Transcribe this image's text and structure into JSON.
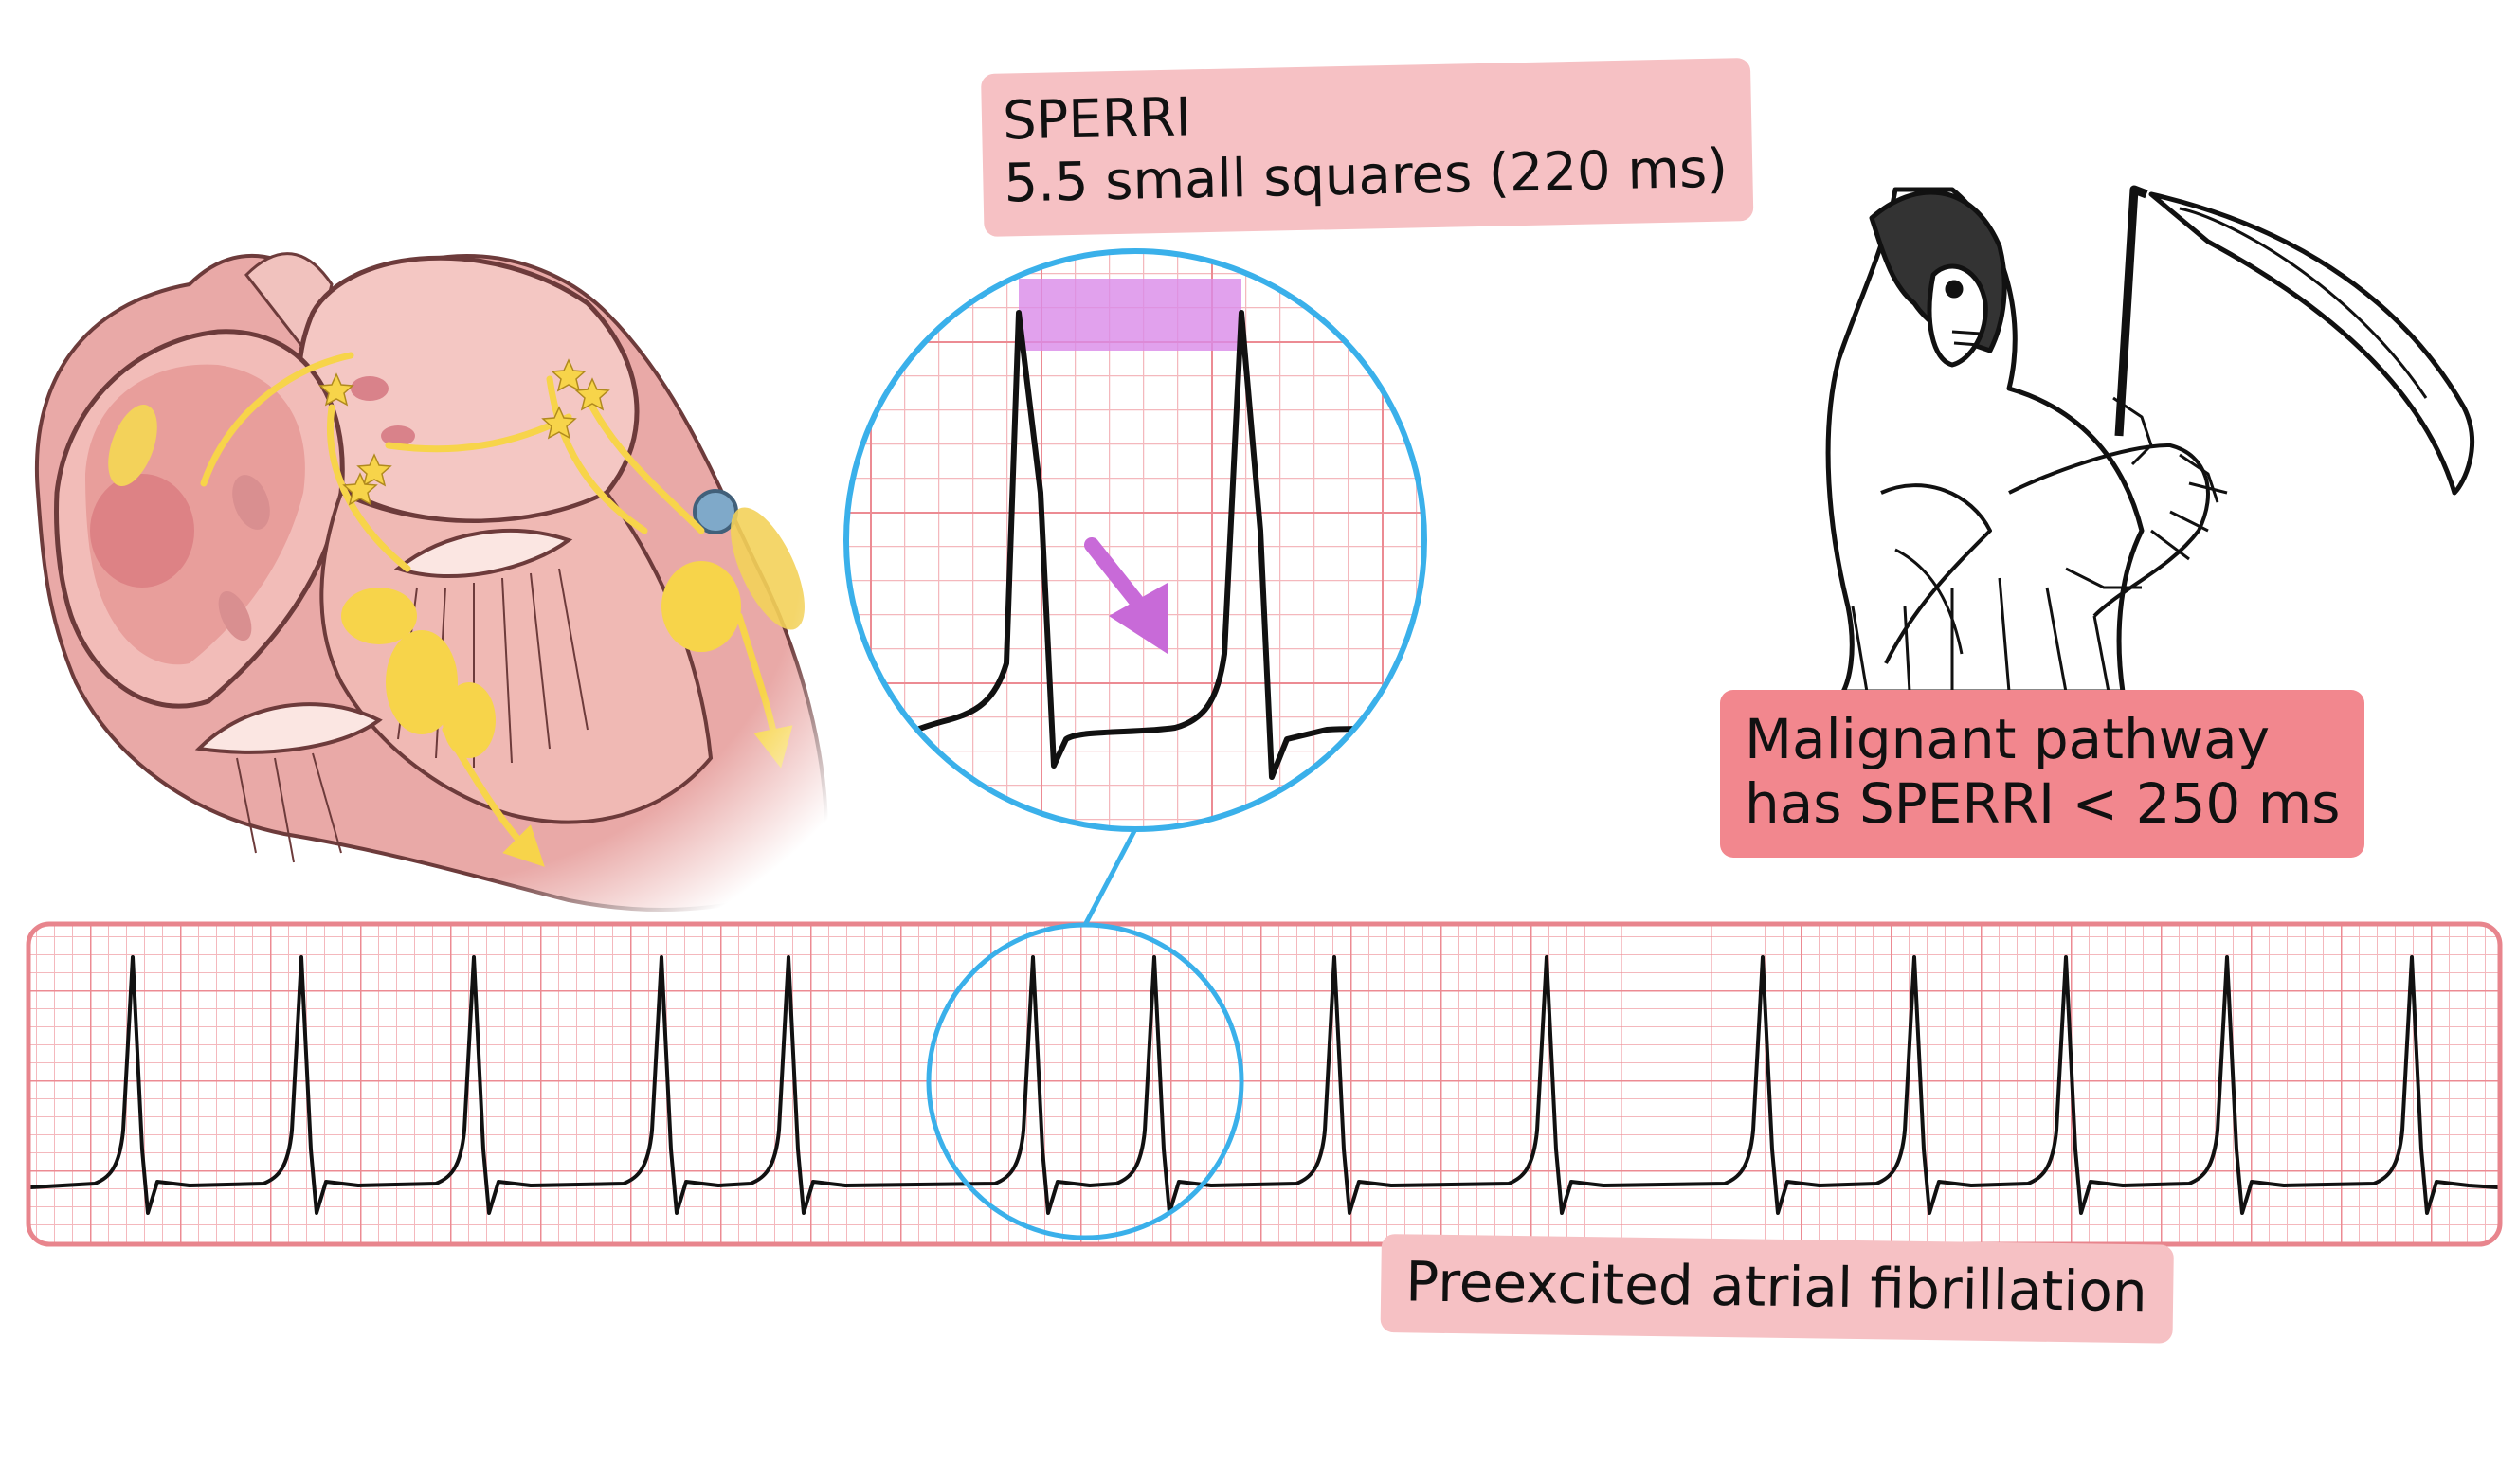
{
  "labels": {
    "sperri_title": "SPERRI",
    "sperri_measure": "5.5 small squares (220 ms)",
    "malignant_line1": "Malignant pathway",
    "malignant_line2": "has SPERRI < 250 ms",
    "rhythm": "Preexcited atrial fibrillation"
  },
  "colors": {
    "grid_minor": "#f4b8bd",
    "grid_major": "#ec8b93",
    "strip_border": "#e8858d",
    "magnifier_ring": "#3ab0ea",
    "sperri_bar": "#d98ae8",
    "arrow": "#c86ad8",
    "conduction": "#f7d44a",
    "trace": "#111111"
  },
  "icons": {
    "heart": "heart-conduction-illustration",
    "reaper": "grim-reaper-icon",
    "magnifier": "magnifier-circle-icon",
    "arrow": "down-right-arrow-icon"
  }
}
